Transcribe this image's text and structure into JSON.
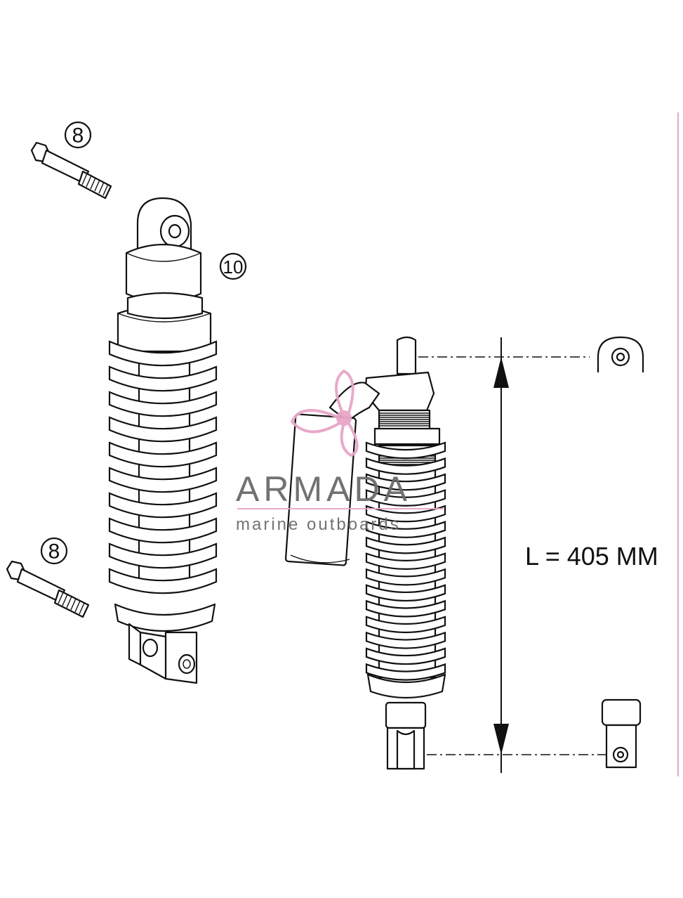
{
  "callouts": {
    "bolt_top": "8",
    "shock": "10",
    "bolt_bottom": "8"
  },
  "dimension": {
    "label": "L = 405 MM"
  },
  "watermark": {
    "title": "ARMADA",
    "subtitle": "marine outboards",
    "accent_color": "#e8a6c8",
    "text_color": "#6b6b6b"
  },
  "colors": {
    "line": "#111111",
    "border_accent": "#e8a6c8"
  }
}
